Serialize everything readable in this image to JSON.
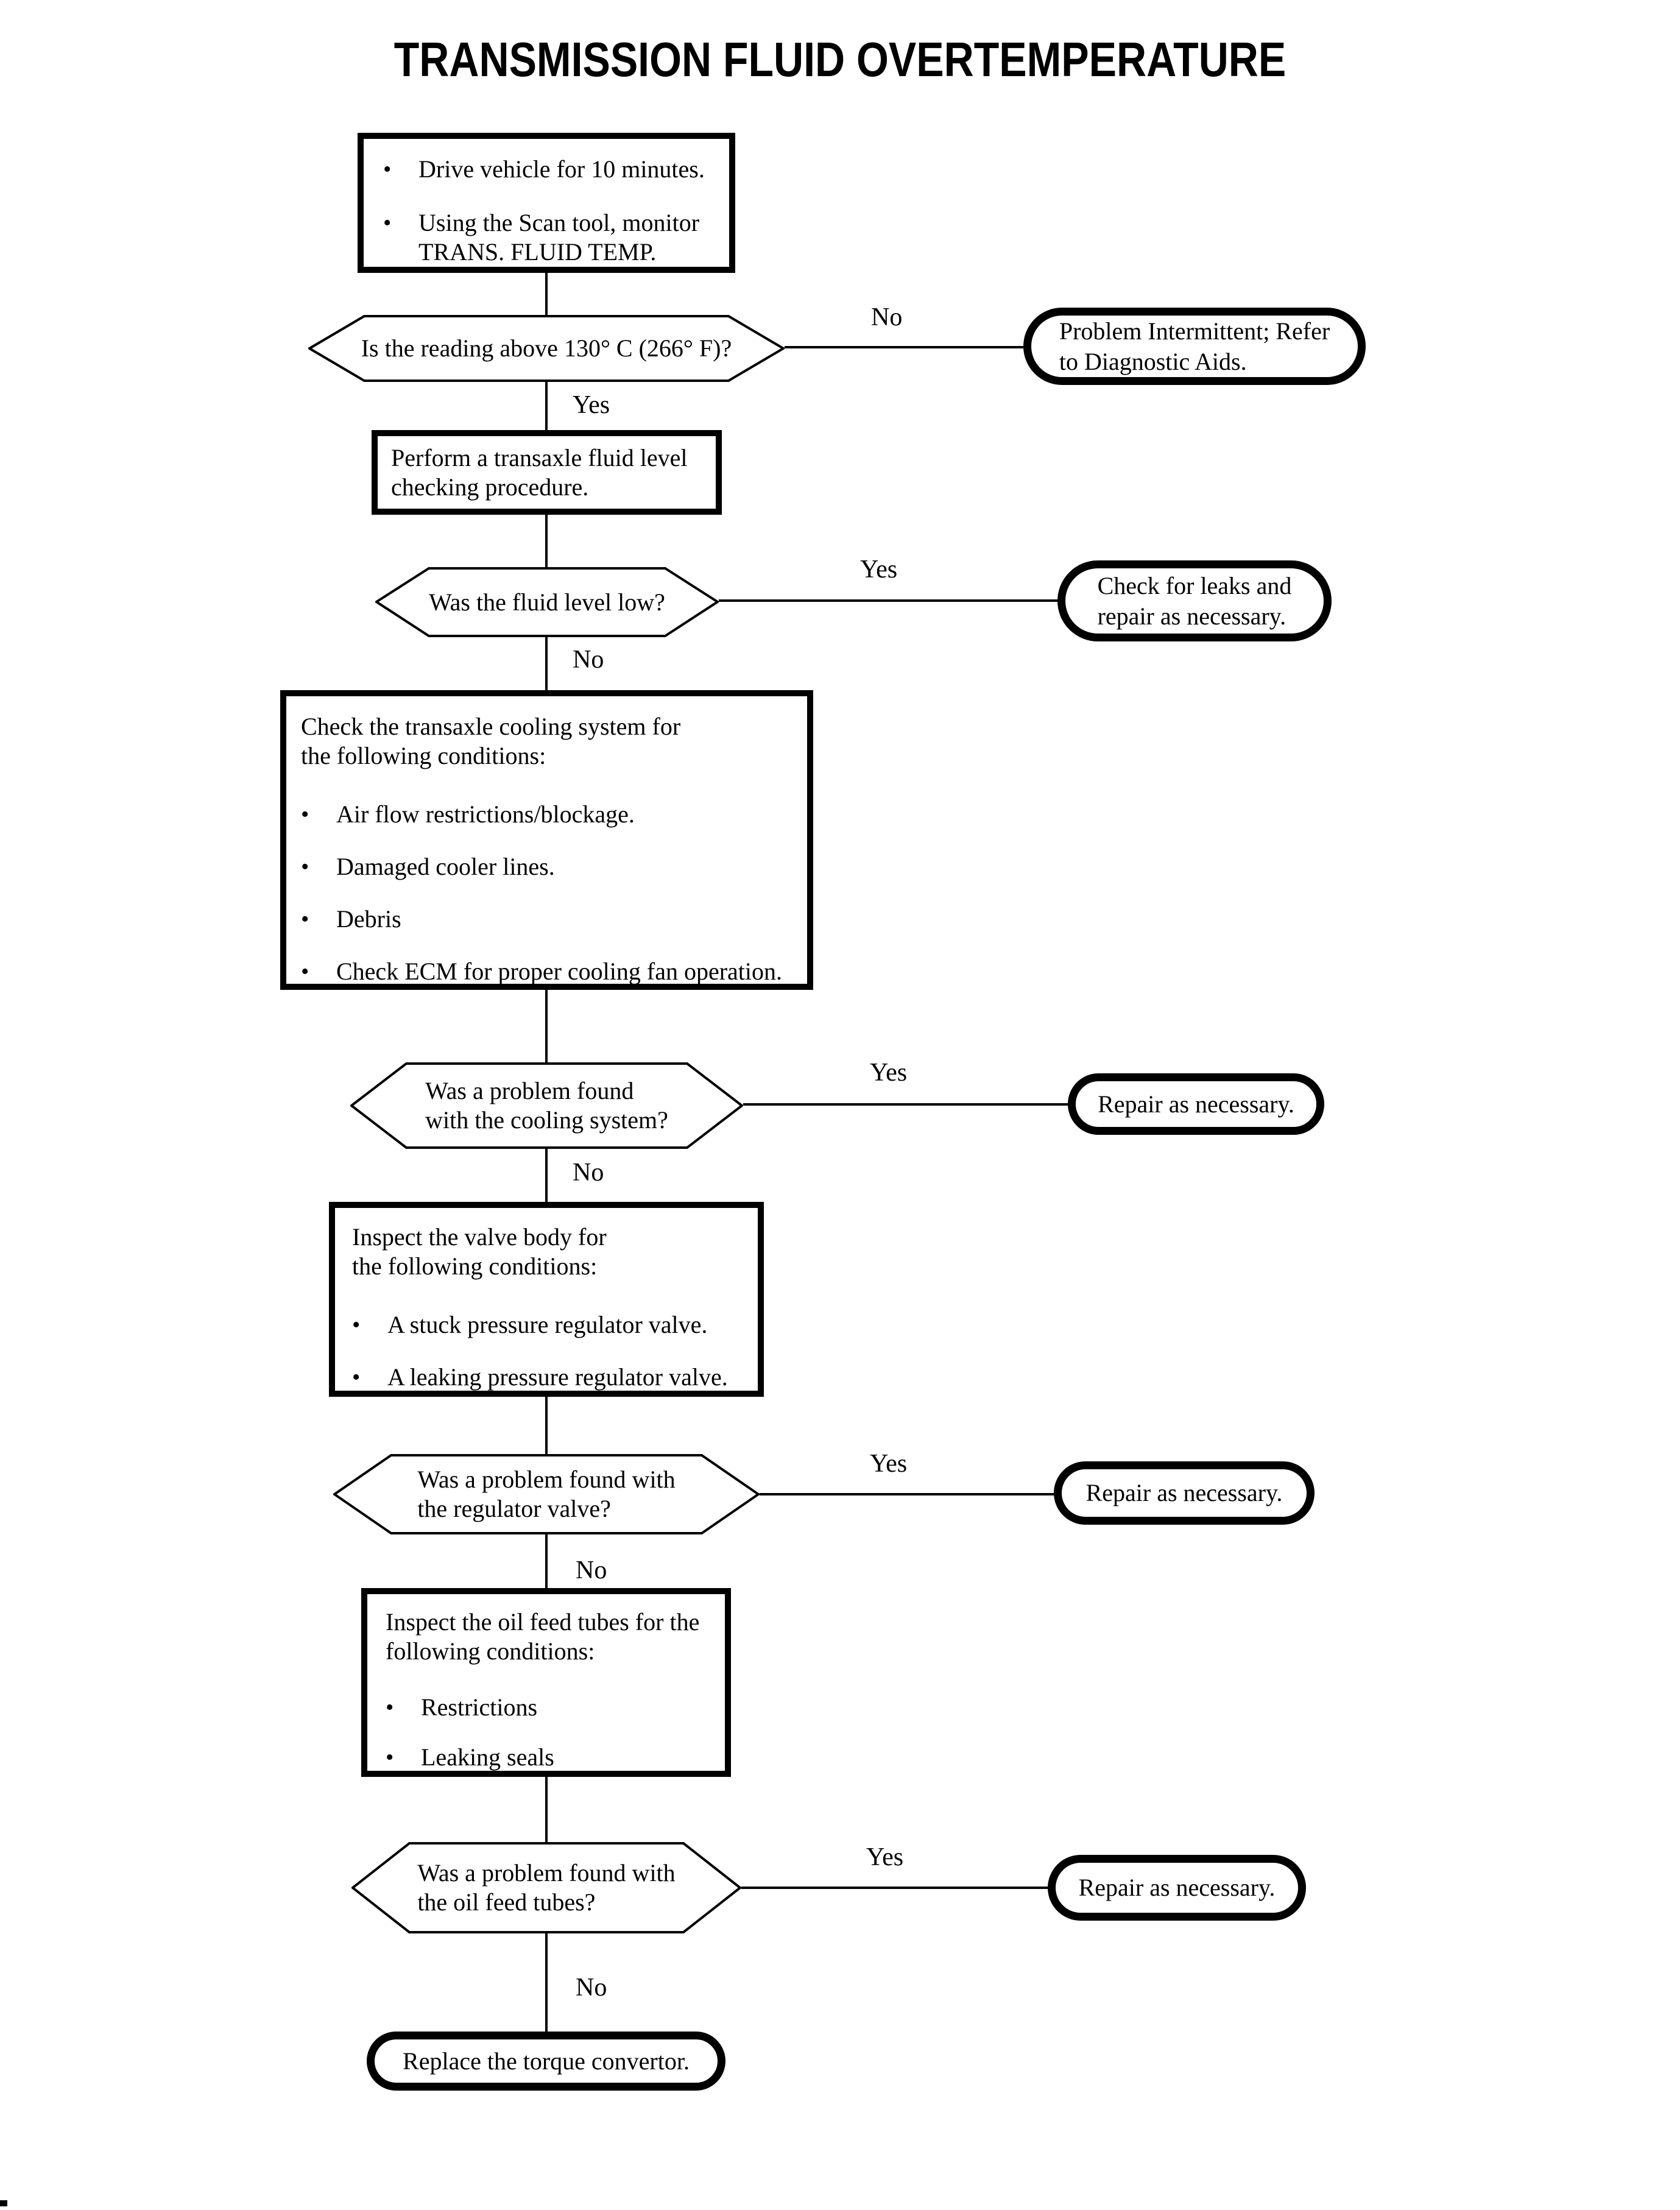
{
  "title": "TRANSMISSION FLUID OVERTEMPERATURE",
  "bullet_glyph": "•",
  "labels": {
    "yes": "Yes",
    "no": "No"
  },
  "colors": {
    "ink": "#000000",
    "paper": "#ffffff"
  },
  "nodes": {
    "start": {
      "bullets": [
        [
          "Drive vehicle for 10 minutes."
        ],
        [
          "Using the Scan tool, monitor",
          "TRANS. FLUID TEMP."
        ]
      ]
    },
    "q_reading_above_130c": {
      "lines": [
        "Is the reading above 130° C (266° F)?"
      ]
    },
    "t_problem_intermittent": {
      "lines": [
        "Problem Intermittent; Refer",
        "to Diagnostic Aids."
      ]
    },
    "p_fluid_level_check": {
      "lines": [
        "Perform a transaxle fluid level",
        "checking procedure."
      ]
    },
    "q_fluid_level_low": {
      "lines": [
        "Was the fluid level low?"
      ]
    },
    "t_check_for_leaks": {
      "lines": [
        "Check for leaks and",
        "repair as necessary."
      ]
    },
    "p_check_cooling_system": {
      "heading": [
        "Check the transaxle cooling system for",
        "the following conditions:"
      ],
      "bullets": [
        [
          "Air flow restrictions/blockage."
        ],
        [
          "Damaged cooler lines."
        ],
        [
          "Debris"
        ],
        [
          "Check ECM for proper cooling fan operation."
        ]
      ]
    },
    "q_cooling_problem": {
      "lines": [
        "Was a problem found",
        "with the cooling system?"
      ]
    },
    "t_repair_1": {
      "lines": [
        "Repair as necessary."
      ]
    },
    "p_inspect_valve_body": {
      "heading": [
        "Inspect the valve body for",
        "the following conditions:"
      ],
      "bullets": [
        [
          "A stuck pressure regulator valve."
        ],
        [
          "A leaking pressure regulator valve."
        ]
      ]
    },
    "q_regulator_valve_problem": {
      "lines": [
        "Was a problem found with",
        "the regulator valve?"
      ]
    },
    "t_repair_2": {
      "lines": [
        "Repair as necessary."
      ]
    },
    "p_inspect_oil_feed_tubes": {
      "heading": [
        "Inspect the oil feed tubes for the",
        "following conditions:"
      ],
      "bullets": [
        [
          "Restrictions"
        ],
        [
          "Leaking seals"
        ]
      ]
    },
    "q_oil_feed_tubes_problem": {
      "lines": [
        "Was a problem found with",
        "the oil feed tubes?"
      ]
    },
    "t_repair_3": {
      "lines": [
        "Repair as necessary."
      ]
    },
    "t_replace_torque_convertor": {
      "lines": [
        "Replace the torque convertor."
      ]
    }
  }
}
